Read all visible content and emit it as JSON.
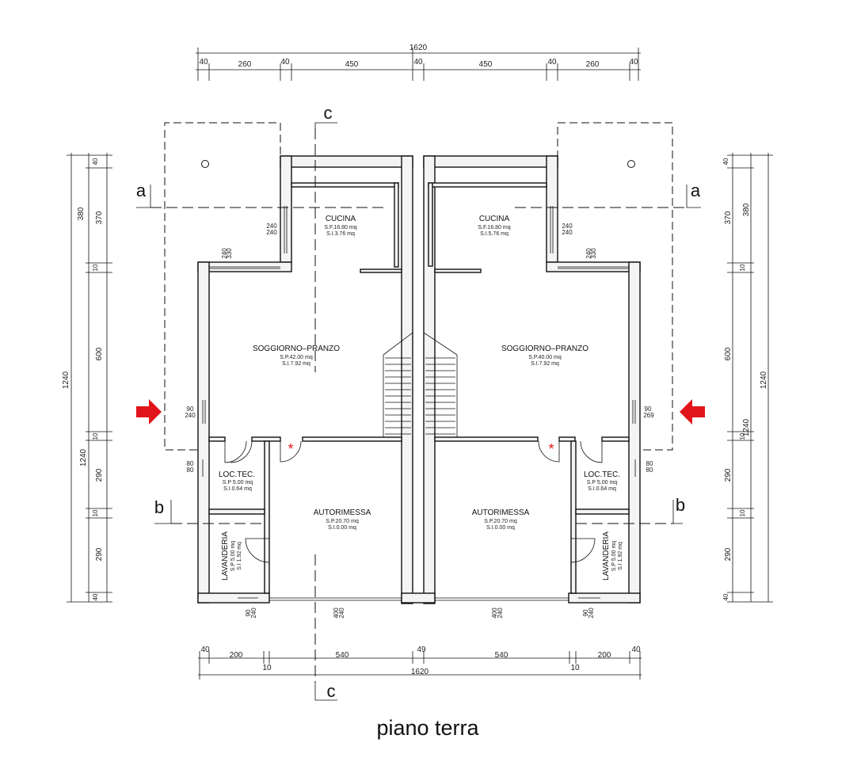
{
  "title": "piano terra",
  "top_dims": {
    "segments": [
      "40",
      "260",
      "40",
      "450",
      "40",
      "450",
      "40",
      "260",
      "40"
    ],
    "total": "1620"
  },
  "bottom_dims": {
    "segments": [
      "40",
      "200",
      "540",
      "49",
      "540",
      "200",
      "40"
    ],
    "sub": [
      "10",
      "10"
    ],
    "total": "1620"
  },
  "left_dims": {
    "segments": [
      "40",
      "380",
      "370",
      "10",
      "600",
      "10",
      "290",
      "10",
      "290",
      "40"
    ],
    "total_outer": "1240",
    "total_inner": "1240"
  },
  "right_dims": {
    "segments": [
      "40",
      "380",
      "370",
      "10",
      "600",
      "10",
      "290",
      "10",
      "290",
      "40"
    ],
    "total_outer": "1240",
    "total_inner": "1240"
  },
  "sections": {
    "a": "a",
    "b": "b",
    "c": "c"
  },
  "rooms_left": [
    {
      "name": "CUCINA",
      "l1": "S.F.16.80 mq",
      "l2": "S.I.3.76 mq"
    },
    {
      "name": "SOGGIORNO–PRANZO",
      "l1": "S.P.42.00 mq",
      "l2": "S.I.7.92 mq"
    },
    {
      "name": "LOC.TEC.",
      "l1": "S.P 5.00 mq",
      "l2": "S.I.0.64 mq"
    },
    {
      "name": "AUTORIMESSA",
      "l1": "S.P.20.70 mq",
      "l2": "S.I.0.00 mq"
    },
    {
      "name": "LAVANDERIA",
      "l1": "S.P 5.00 mq",
      "l2": "S.I 1.92 mq"
    }
  ],
  "rooms_right": [
    {
      "name": "CUCINA",
      "l1": "S.F.16.80 mq",
      "l2": "S.I.5.76 mq"
    },
    {
      "name": "SOGGIORNO–PRANZO",
      "l1": "S.P.40.00 mq",
      "l2": "S.I.7.92 mq"
    },
    {
      "name": "LOC.TEC.",
      "l1": "S.P 5.00 mq",
      "l2": "S.I.0.64 mq"
    },
    {
      "name": "AUTORIMESSA",
      "l1": "S.P.20.70 mq",
      "l2": "S.I.0.00 mq"
    },
    {
      "name": "LAVANDERIA",
      "l1": "S.P 5.00 mq",
      "l2": "S.I 1.92 mq"
    }
  ],
  "openings": {
    "kitchen_window_a": [
      "240",
      "240"
    ],
    "kitchen_window_b": [
      "240",
      "330"
    ],
    "living_side_window": [
      "90",
      "240"
    ],
    "living_side_window_r": [
      "90",
      "269"
    ],
    "loc_tec_window": [
      "80",
      "80"
    ],
    "lav_window": [
      "90",
      "240"
    ],
    "garage_door": [
      "400",
      "240"
    ],
    "garage_door_r": [
      "400",
      "240"
    ],
    "lav_window_r": [
      "90",
      "240"
    ]
  },
  "colors": {
    "arrow": "#e0141b",
    "wall_hatch": "#111111"
  }
}
